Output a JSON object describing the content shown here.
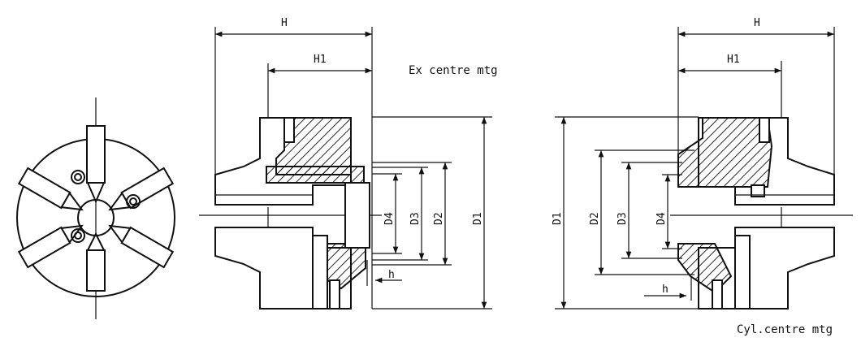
{
  "captions": {
    "ex_centre": "Ex centre mtg",
    "cyl_centre": "Cyl.centre mtg"
  },
  "dims": {
    "H": "H",
    "H1": "H1",
    "D1": "D1",
    "D2": "D2",
    "D3": "D3",
    "D4": "D4",
    "h": "h"
  }
}
